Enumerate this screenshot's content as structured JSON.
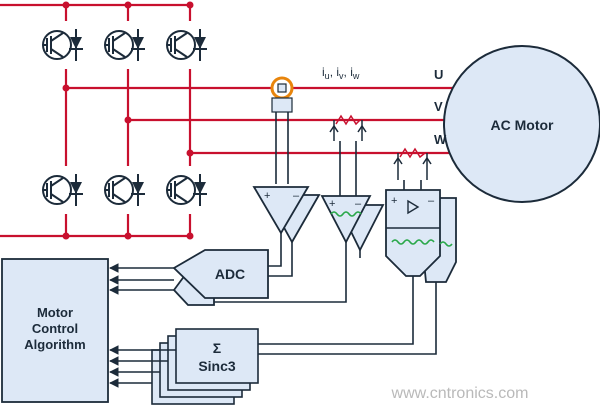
{
  "diagram": {
    "motor_label": "AC Motor",
    "phase_labels": [
      "U",
      "V",
      "W"
    ],
    "current_label": "i",
    "current_subscripts": [
      "u",
      "v",
      "w"
    ],
    "adc_label": "ADC",
    "sigma_symbol": "Σ",
    "sinc_label": "Sinc3",
    "algorithm_label": [
      "Motor",
      "Control",
      "Algorithm"
    ],
    "plus_sign": "+",
    "minus_sign": "–",
    "watermark": "www.cntronics.com",
    "colors": {
      "bus": "#c8102e",
      "navy": "#1c2b3a",
      "fill": "#dde8f6",
      "green": "#2aa84a",
      "sensor_ring": "#e8850c"
    }
  }
}
